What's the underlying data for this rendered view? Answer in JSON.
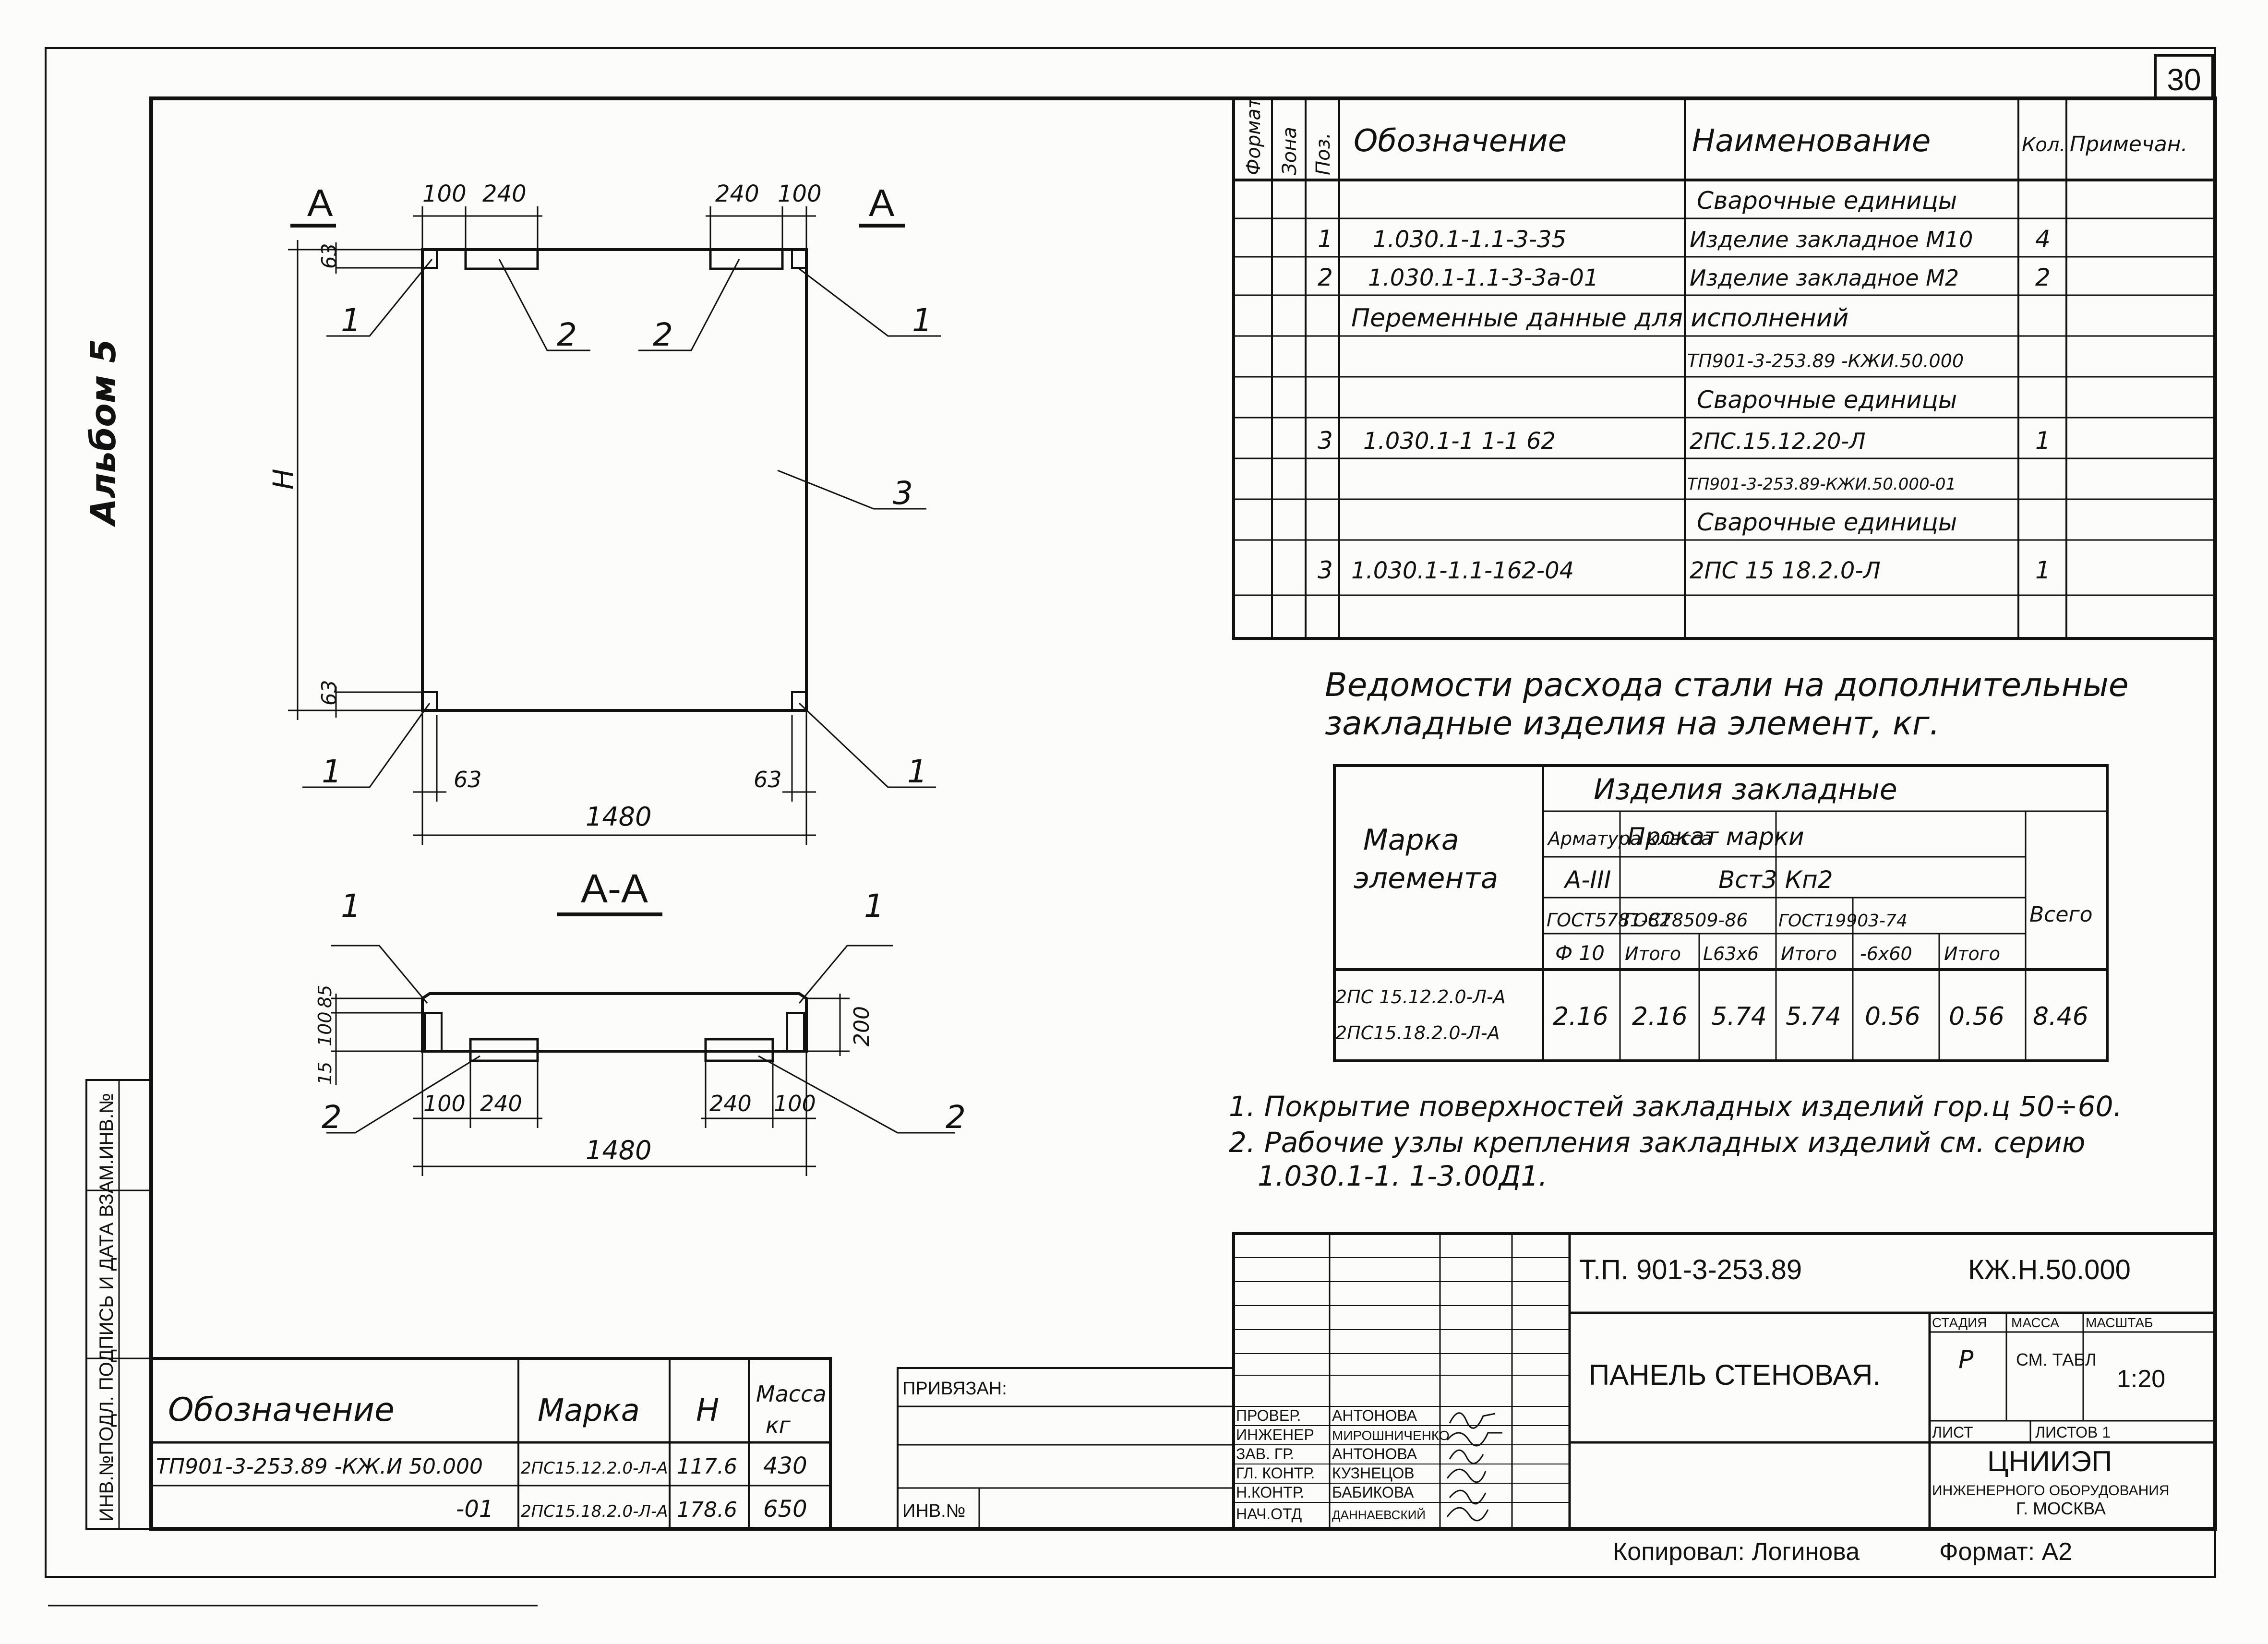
{
  "sheet_number": "30",
  "album_label": "Альбом 5",
  "drawing": {
    "dim_100": "100",
    "dim_240": "240",
    "dim_63": "63",
    "dim_1480": "1480",
    "dim_H": "H",
    "dim_85": "85",
    "dim_200": "200",
    "dim_15": "15",
    "section_mark": "A",
    "section_title": "A-A",
    "pos_1": "1",
    "pos_2": "2",
    "pos_3": "3"
  },
  "spec_table": {
    "headers": [
      "Формат",
      "Зона",
      "Поз.",
      "Обозначение",
      "Наименование",
      "Кол.",
      "Примечан."
    ],
    "rows": [
      {
        "pos": "",
        "designation": "",
        "name": "Сварочные единицы",
        "qty": ""
      },
      {
        "pos": "1",
        "designation": "1.030.1-1.1-3-35",
        "name": "Изделие закладное М10",
        "qty": "4"
      },
      {
        "pos": "2",
        "designation": "1.030.1-1.1-3-3а-01",
        "name": "Изделие закладное М2",
        "qty": "2"
      },
      {
        "pos": "",
        "designation": "Переменные данные для исполнений",
        "name": "",
        "qty": ""
      },
      {
        "pos": "",
        "designation": "",
        "name": "ТП901-3-253.89 -КЖИ.50.000",
        "qty": ""
      },
      {
        "pos": "",
        "designation": "",
        "name": "Сварочные единицы",
        "qty": ""
      },
      {
        "pos": "3",
        "designation": "1.030.1-1 1-1 62",
        "name": "2ПС.15.12.20-Л",
        "qty": "1"
      },
      {
        "pos": "",
        "designation": "",
        "name": "ТП901-3-253.89-КЖИ.50.000-01",
        "qty": ""
      },
      {
        "pos": "",
        "designation": "",
        "name": "Сварочные единицы",
        "qty": ""
      },
      {
        "pos": "3",
        "designation": "1.030.1-1.1-162-04",
        "name": "2ПС 15 18.2.0-Л",
        "qty": "1"
      },
      {
        "pos": "",
        "designation": "",
        "name": "",
        "qty": ""
      }
    ]
  },
  "steel_title_1": "Ведомости расхода стали на дополнительные",
  "steel_title_2": "закладные изделия на элемент, кг.",
  "steel_table": {
    "h_marka_1": "Марка",
    "h_marka_2": "элемента",
    "h_items": "Изделия закладные",
    "h_armatura": "Арматура класса",
    "h_a3": "А-III",
    "h_prokat": "Прокат марки",
    "h_vst": "Вст3 Кп2",
    "h_gost1": "ГОСТ5781-82",
    "h_gost2": "ГОСТ8509-86",
    "h_gost3": "ГОСТ19903-74",
    "h_vsego": "Всего",
    "h_phi10": "Ф 10",
    "h_itogo1": "Итого",
    "h_l63": "L63x6",
    "h_itogo2": "Итого",
    "h_6x60": "-6x60",
    "h_itogo3": "Итого",
    "mark_1": "2ПС 15.12.2.0-Л-А",
    "mark_2": "2ПС15.18.2.0-Л-А",
    "values": [
      "2.16",
      "2.16",
      "5.74",
      "5.74",
      "0.56",
      "0.56",
      "8.46"
    ]
  },
  "notes": [
    "1. Покрытие поверхностей закладных изделий гор.ц 50÷60.",
    "2. Рабочие узлы крепления закладных изделий см. серию",
    "1.030.1-1. 1-3.00Д1."
  ],
  "title_block": {
    "project": "Т.П. 901-3-253.89",
    "code": "КЖ.Н.50.000",
    "title": "ПАНЕЛЬ СТЕНОВАЯ.",
    "stage_h": "СТАДИЯ",
    "mass_h": "МАССА",
    "scale_h": "МАСШТАБ",
    "stage": "Р",
    "mass": "СМ. ТАБЛ",
    "scale": "1:20",
    "sheet": "ЛИСТ",
    "sheets": "ЛИСТОВ 1",
    "org_1": "ЦНИИЭП",
    "org_2": "ИНЖЕНЕРНОГО ОБОРУДОВАНИЯ",
    "org_3": "Г. МОСКВА",
    "roles": [
      "ПРОВЕР.",
      "ИНЖЕНЕР",
      "ЗАВ. ГР.",
      "ГЛ. КОНТР.",
      "Н.КОНТР.",
      "НАЧ.ОТД"
    ],
    "names": [
      "АНТОНОВА",
      "МИРОШНИЧЕНКО",
      "АНТОНОВА",
      "КУЗНЕЦОВ",
      "БАБИКОВА",
      "ДАННАЕВСКИЙ"
    ],
    "copied": "Копировал: Логинова",
    "format": "Формат: А2"
  },
  "bound": {
    "label": "ПРИВЯЗАН:",
    "inv": "ИНВ.№"
  },
  "left_strip": "ИНВ.№ПОДЛ. ПОДПИСЬ И ДАТА ВЗАМ.ИНВ.№",
  "variants_table": {
    "h_designation": "Обозначение",
    "h_mark": "Марка",
    "h_H": "Н",
    "h_mass_1": "Масса",
    "h_mass_2": "кг",
    "rows": [
      {
        "designation": "ТП901-3-253.89 -КЖ.И 50.000",
        "mark": "2ПС15.12.2.0-Л-А",
        "H": "117.6",
        "mass": "430"
      },
      {
        "designation": "-01",
        "mark": "2ПС15.18.2.0-Л-А",
        "H": "178.6",
        "mass": "650"
      }
    ]
  }
}
